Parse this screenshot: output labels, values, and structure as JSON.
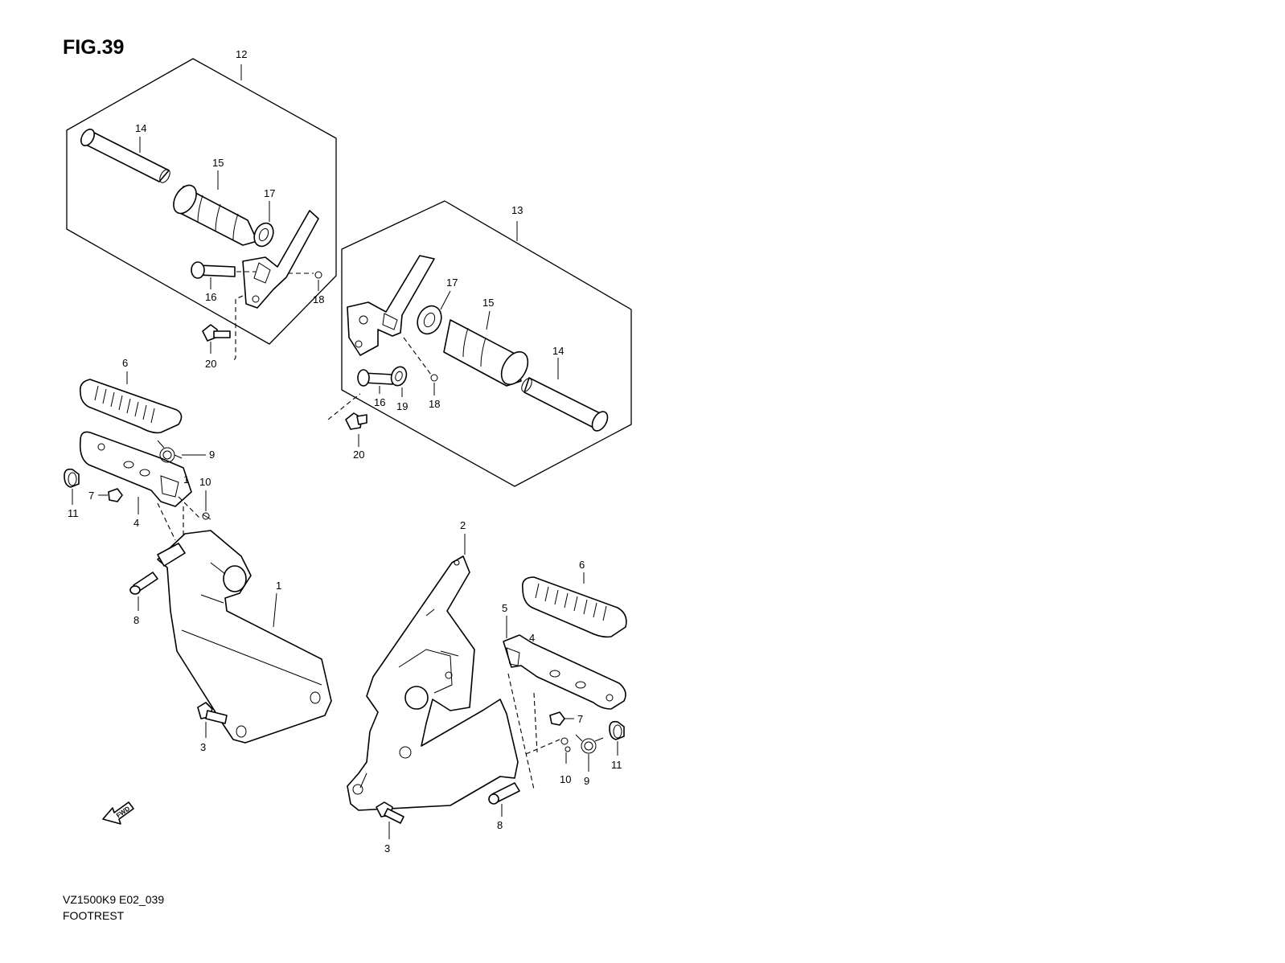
{
  "figure": {
    "title": "FIG.39"
  },
  "caption": {
    "code": "VZ1500K9 E02_039",
    "name": "FOOTREST"
  },
  "fwd_label": "FWD",
  "callouts": {
    "c12": "12",
    "c14a": "14",
    "c15a": "15",
    "c17a": "17",
    "c16a": "16",
    "c18a": "18",
    "c20a": "20",
    "c13": "13",
    "c17b": "17",
    "c15b": "15",
    "c14b": "14",
    "c16b": "16",
    "c19": "19",
    "c18b": "18",
    "c20b": "20",
    "c6a": "6",
    "c9a": "9",
    "c1s": "1",
    "c10a": "10",
    "c7a": "7",
    "c11a": "11",
    "c4": "4",
    "c8a": "8",
    "c1": "1",
    "c3a": "3",
    "c2": "2",
    "c6b": "6",
    "c5": "5",
    "c4s": "4",
    "c7b": "7",
    "c11b": "11",
    "c10b": "10",
    "c9b": "9",
    "c8b": "8",
    "c3b": "3"
  }
}
